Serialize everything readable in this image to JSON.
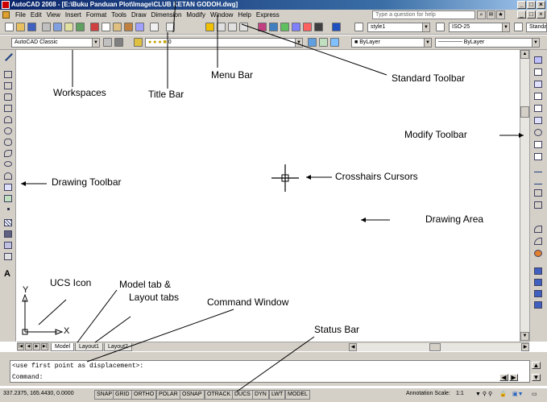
{
  "window": {
    "title": "AutoCAD 2008 - [E:\\Buku Panduan Plot\\Image\\CLUB KETAN GODOH.dwg]",
    "controls": [
      "_",
      "□",
      "×"
    ]
  },
  "menu": {
    "items": [
      "File",
      "Edit",
      "View",
      "Insert",
      "Format",
      "Tools",
      "Draw",
      "Dimension",
      "Modify",
      "Window",
      "Help",
      "Express"
    ],
    "help_search_placeholder": "Type a question for help"
  },
  "styles_toolbar": {
    "text_style": "style1",
    "dim_style": "ISO-25",
    "table_style": "Standa"
  },
  "layers_toolbar": {
    "workspace": "AutoCAD Classic",
    "layer": "0",
    "color": "ByLayer",
    "linetype": "ByLayer"
  },
  "layout_tabs": [
    "Model",
    "Layout1",
    "Layout2"
  ],
  "command_window": {
    "history_line": "<use first point as displacement>:",
    "prompt": "Command:"
  },
  "status_bar": {
    "coordinates": "337.2375, 165.4430, 0.0000",
    "toggles": [
      "SNAP",
      "GRID",
      "ORTHO",
      "POLAR",
      "OSNAP",
      "OTRACK",
      "DUCS",
      "DYN",
      "LWT",
      "MODEL"
    ],
    "annotation_scale_label": "Annotation Scale:",
    "annotation_scale_value": "1:1"
  },
  "ucs": {
    "x_label": "X",
    "y_label": "Y"
  },
  "annotations": {
    "workspaces": "Workspaces",
    "title_bar": "Title Bar",
    "menu_bar": "Menu Bar",
    "standard_toolbar": "Standard Toolbar",
    "modify_toolbar": "Modify Toolbar",
    "drawing_toolbar": "Drawing Toolbar",
    "crosshairs": "Crosshairs Cursors",
    "drawing_area": "Drawing Area",
    "ucs_icon": "UCS Icon",
    "model_tab_1": "Model tab &",
    "model_tab_2": "Layout tabs",
    "command_window": "Command Window",
    "status_bar": "Status Bar"
  }
}
